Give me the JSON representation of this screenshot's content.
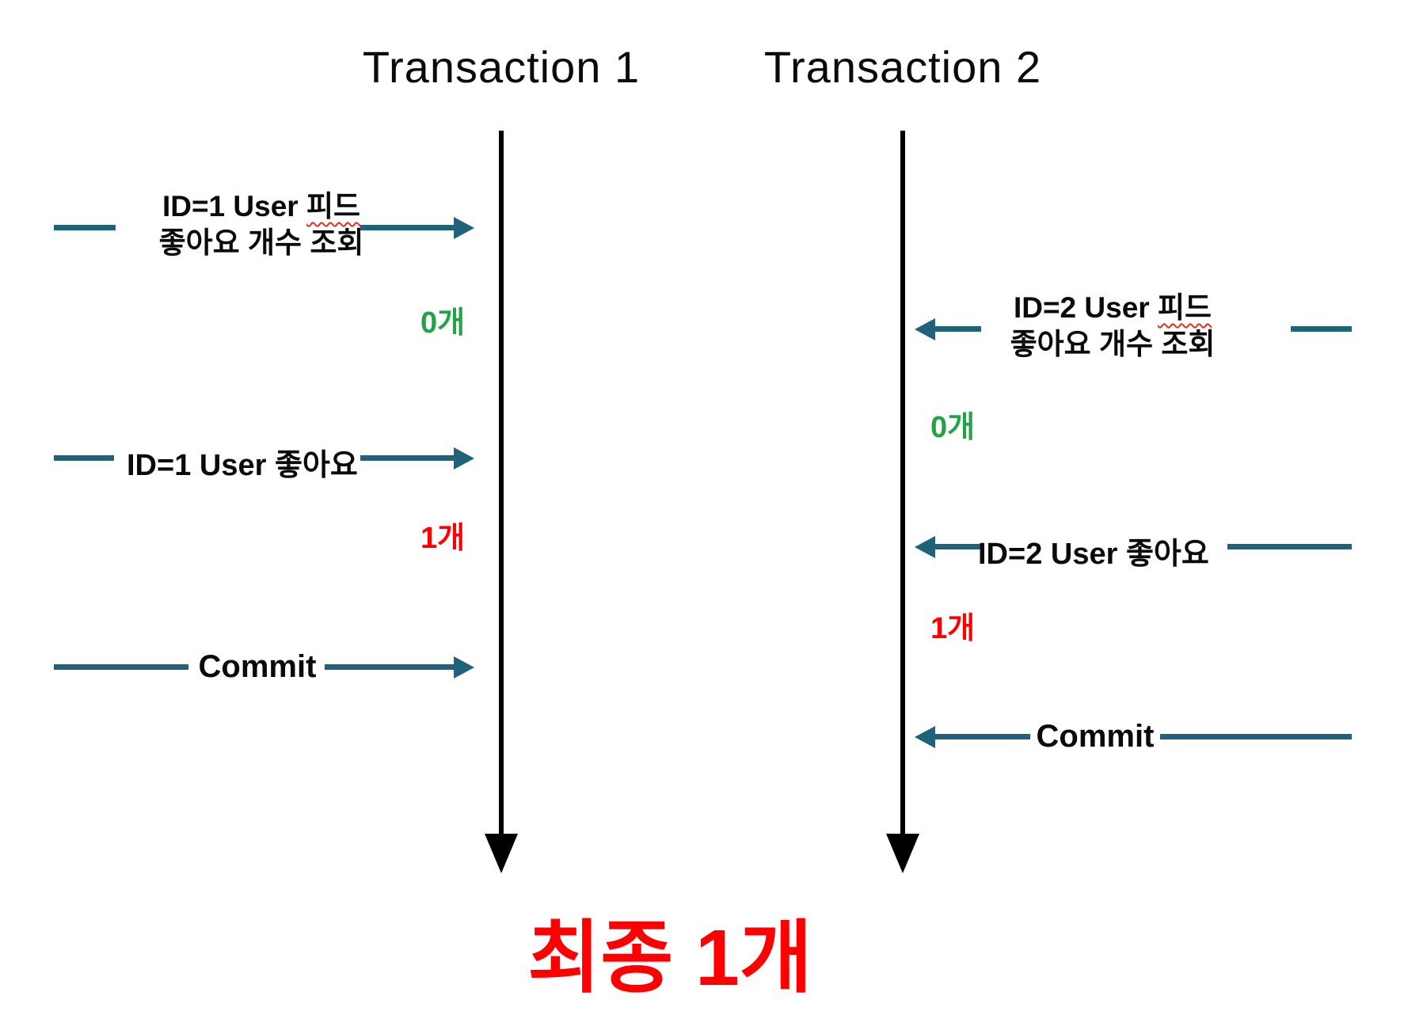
{
  "titles": {
    "t1": "Transaction 1",
    "t2": "Transaction 2"
  },
  "transaction1": {
    "query_prefix": "ID=1 User",
    "query_word": "피드",
    "query_line2": "좋아요 개수 조회",
    "count_before": "0개",
    "like_label": "ID=1 User 좋아요",
    "count_after": "1개",
    "commit_label": "Commit"
  },
  "transaction2": {
    "query_prefix": "ID=2 User",
    "query_word": "피드",
    "query_line2": "좋아요 개수 조회",
    "count_before": "0개",
    "like_label": "ID=2 User 좋아요",
    "count_after": "1개",
    "commit_label": "Commit"
  },
  "final_label": "최종 1개",
  "colors": {
    "arrow_teal": "#20627C",
    "count_green": "#22A346",
    "count_red": "#FF0000",
    "final_red": "#FF0000",
    "timeline_black": "#000000"
  }
}
